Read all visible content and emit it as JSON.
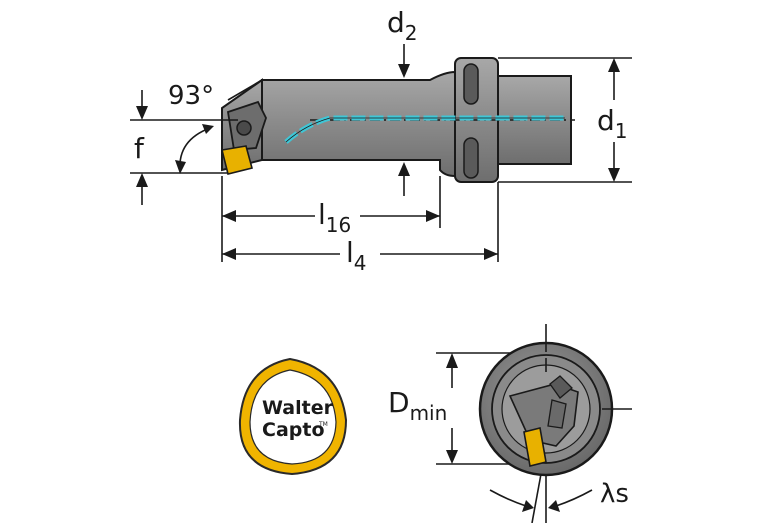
{
  "dimensions": {
    "d2": {
      "base": "d",
      "sub": "2"
    },
    "d1": {
      "base": "d",
      "sub": "1"
    },
    "angle": "93°",
    "f": "f",
    "l16": {
      "base": "l",
      "sub": "16"
    },
    "l4": {
      "base": "l",
      "sub": "4"
    },
    "dmin": {
      "base": "D",
      "sub": "min"
    },
    "lambda_s": "λs"
  },
  "logo": {
    "line1": "Walter",
    "line2": "Capto",
    "tm": "TM"
  },
  "colors": {
    "coolant": "#3fc6d6",
    "insert": "#e8b100",
    "logo_ring": "#f0b400"
  }
}
